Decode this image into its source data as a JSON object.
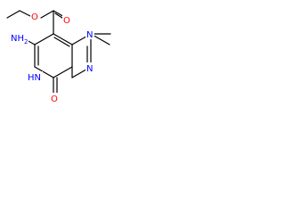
{
  "molecule": {
    "atoms": {
      "amino": "NH",
      "amino_subscript": "2",
      "ester_oxygen": "O",
      "carbonyl_oxygen": "O",
      "ring_nitrogen_top": "N",
      "ring_nitrogen_bottom": "N",
      "ring_nh": "HN",
      "lactam_oxygen": "O"
    },
    "colors": {
      "bond": "#000000",
      "nitrogen": "#0000ff",
      "oxygen": "#ff0000"
    }
  }
}
